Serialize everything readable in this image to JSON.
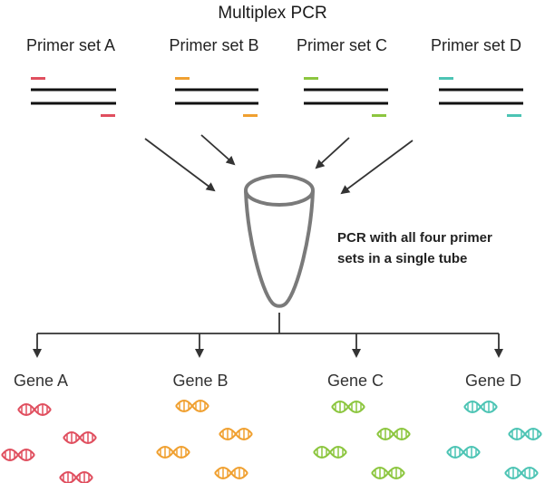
{
  "title": "Multiplex PCR",
  "primer_sets": [
    {
      "label": "Primer set A",
      "color": "#e04f5f"
    },
    {
      "label": "Primer set B",
      "color": "#f0a030"
    },
    {
      "label": "Primer set C",
      "color": "#8cc63f"
    },
    {
      "label": "Primer set D",
      "color": "#4cc4b4"
    }
  ],
  "tube_note": {
    "line1": "PCR with all four primer",
    "line2": "sets in a single tube"
  },
  "genes": [
    {
      "label": "Gene A",
      "color": "#e04f5f"
    },
    {
      "label": "Gene B",
      "color": "#f0a030"
    },
    {
      "label": "Gene C",
      "color": "#8cc63f"
    },
    {
      "label": "Gene D",
      "color": "#4cc4b4"
    }
  ]
}
